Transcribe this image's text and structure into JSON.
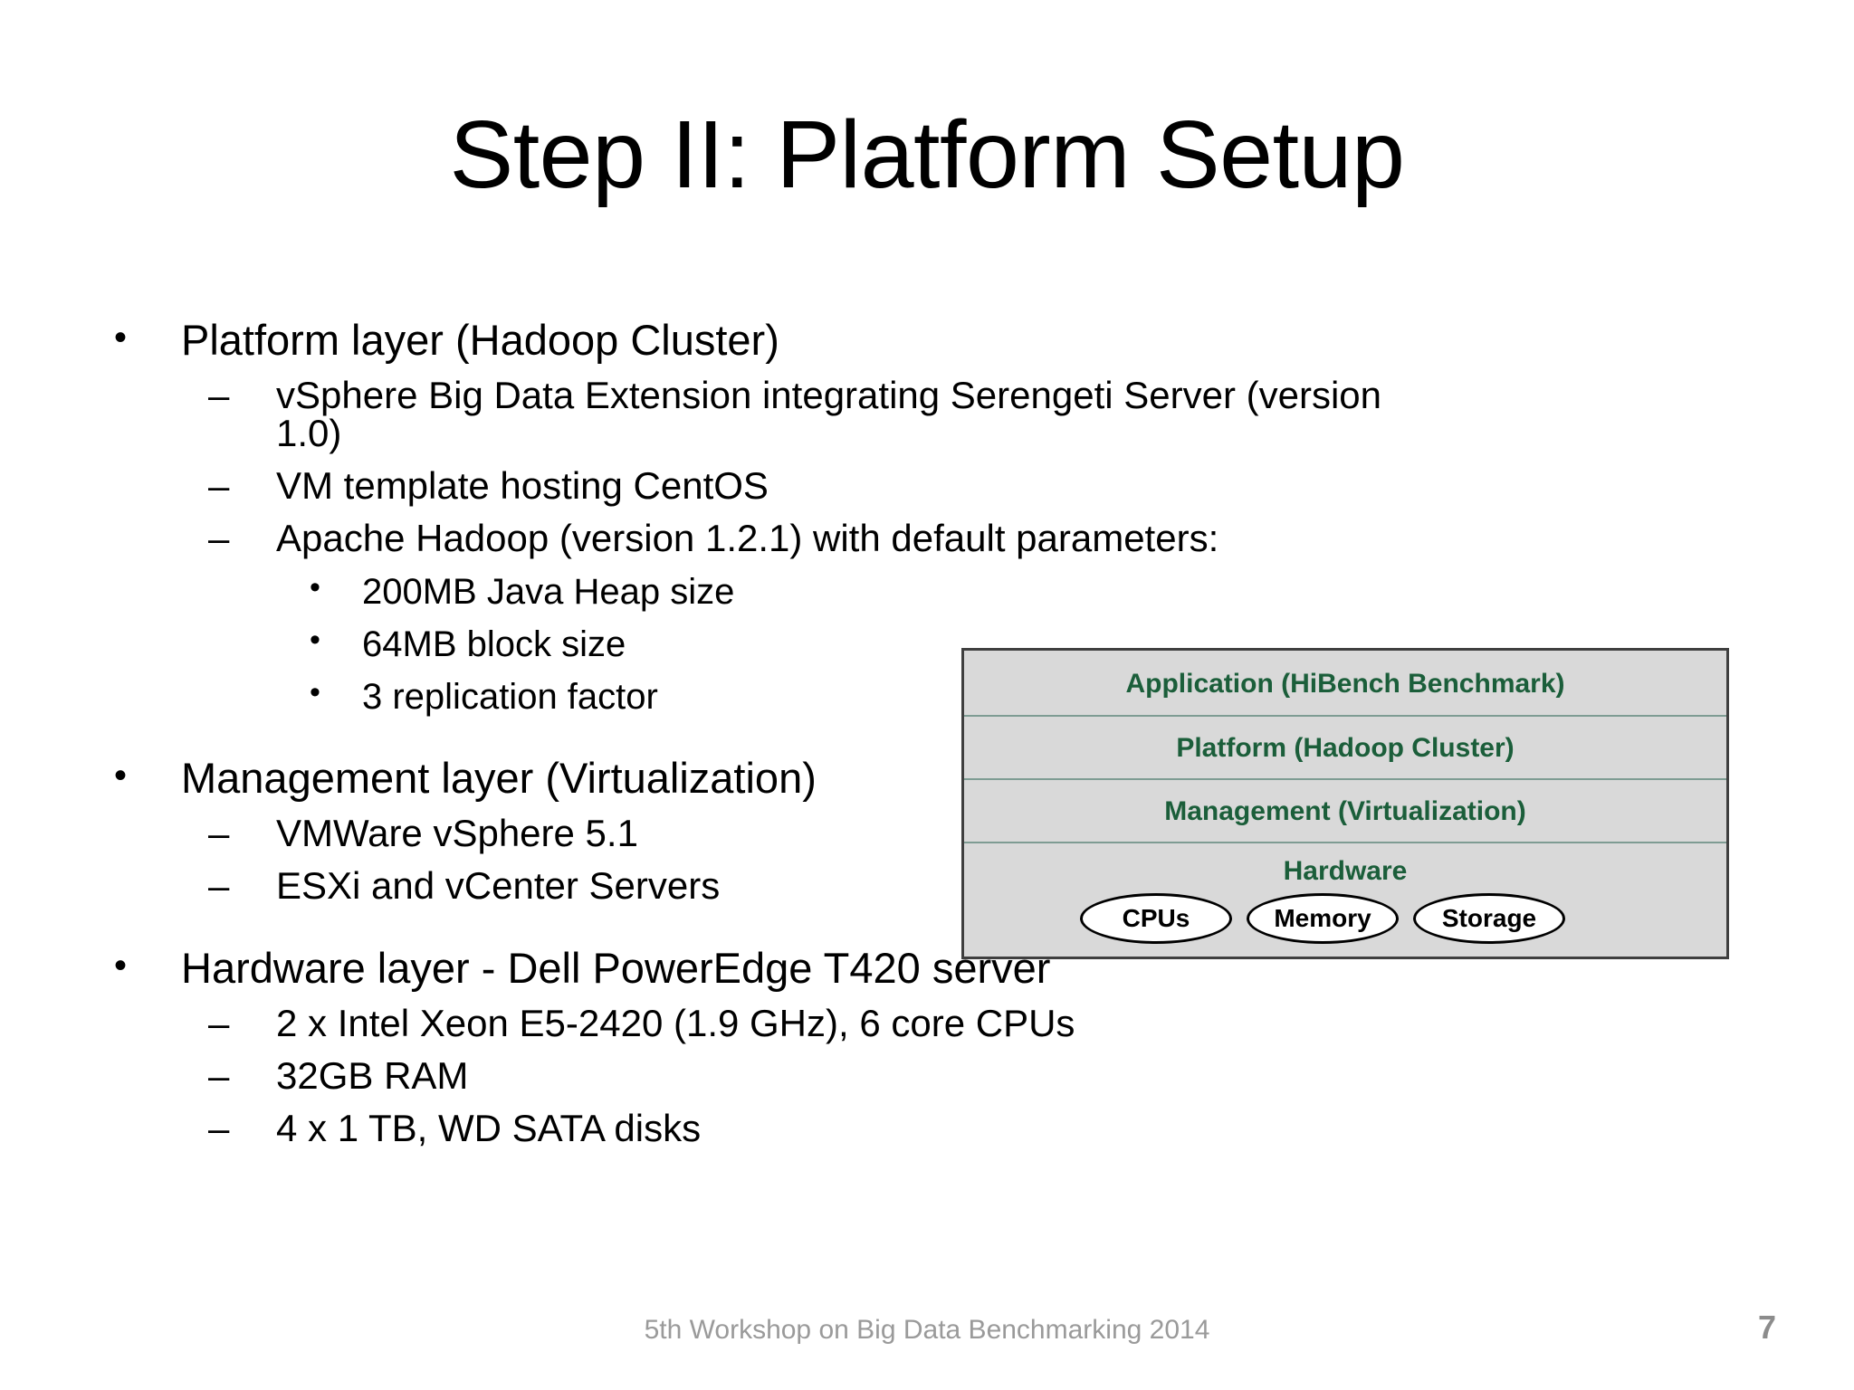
{
  "slide": {
    "title": "Step II: Platform Setup"
  },
  "content": {
    "groups": [
      {
        "bullet": "Platform layer (Hadoop Cluster)",
        "marker": "•",
        "sub": [
          {
            "marker": "–",
            "text": "vSphere Big Data Extension integrating Serengeti Server (version 1.0)",
            "sub": []
          },
          {
            "marker": "–",
            "text": "VM template hosting CentOS",
            "sub": []
          },
          {
            "marker": "–",
            "text": "Apache Hadoop (version 1.2.1) with default parameters:",
            "sub": [
              {
                "marker": "•",
                "text": "200MB Java Heap size"
              },
              {
                "marker": "•",
                "text": "64MB block size"
              },
              {
                "marker": "•",
                "text": "3 replication factor"
              }
            ]
          }
        ]
      },
      {
        "bullet": "Management layer (Virtualization)",
        "marker": "•",
        "sub": [
          {
            "marker": "–",
            "text": "VMWare vSphere 5.1",
            "sub": []
          },
          {
            "marker": "–",
            "text": "ESXi and vCenter Servers",
            "sub": []
          }
        ]
      },
      {
        "bullet": "Hardware layer - Dell PowerEdge T420 server",
        "marker": "•",
        "sub": [
          {
            "marker": "–",
            "text": "2 x Intel Xeon E5-2420 (1.9 GHz), 6 core CPUs",
            "sub": []
          },
          {
            "marker": "–",
            "text": "32GB RAM",
            "sub": []
          },
          {
            "marker": "–",
            "text": "4 x 1 TB, WD SATA disks",
            "sub": []
          }
        ]
      }
    ]
  },
  "diagram": {
    "layers": [
      {
        "label": "Application (HiBench Benchmark)"
      },
      {
        "label": "Platform (Hadoop Cluster)"
      },
      {
        "label": "Management (Virtualization)"
      },
      {
        "label": "Hardware"
      }
    ],
    "hardware_nodes": [
      {
        "label": "CPUs"
      },
      {
        "label": "Memory"
      },
      {
        "label": "Storage"
      }
    ],
    "colors": {
      "text": "#1b5e3a",
      "fill": "#d9d9d9",
      "border": "#3f3f3f",
      "divider": "#7e9c93"
    }
  },
  "footer": {
    "note": "5th Workshop on Big Data Benchmarking 2014",
    "page_number": "7"
  }
}
